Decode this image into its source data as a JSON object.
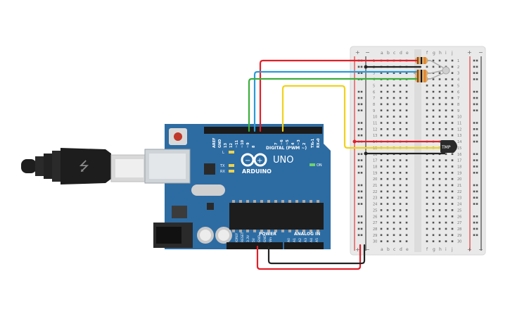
{
  "colors": {
    "board": "#2d6ca3",
    "wire_red": "#e0202a",
    "wire_blue": "#2a9bd6",
    "wire_green": "#3cae3c",
    "wire_yellow": "#f1d21b",
    "wire_black": "#222222",
    "breadboard": "#e9e9e9",
    "rail_red": "#e03a3a",
    "rail_blue": "#7a7a7a"
  },
  "arduino": {
    "brand": "ARDUINO",
    "model": "UNO",
    "digital_header": "DIGITAL (PWM ~)",
    "aref": "AREF",
    "gnd": "GND",
    "pin13": "13",
    "pin12": "12",
    "pin11": "~11",
    "pin10": "~10",
    "pin9": "~9",
    "pin8": "8",
    "pin7": "7",
    "pin6": "~6",
    "pin5": "~5",
    "pin4": "4",
    "pin3": "~3",
    "pin2": "2",
    "pin_tx1": "TX▸1",
    "pin_rx0": "RX◂0",
    "led_l": "L",
    "led_tx": "TX",
    "led_rx": "RX",
    "led_on": "ON",
    "power_header": "POWER",
    "analog_header": "ANALOG IN",
    "pwr_ioref": "IOREF",
    "pwr_reset": "RESET",
    "pwr_3v3": "3.3V",
    "pwr_5v": "5V",
    "pwr_gnd1": "GND",
    "pwr_gnd2": "GND",
    "pwr_vin": "Vin",
    "a0": "A0",
    "a1": "A1",
    "a2": "A2",
    "a3": "A3",
    "a4": "A4",
    "a5": "A5"
  },
  "usb": {
    "symbol": "⭍"
  },
  "breadboard": {
    "plus": "+",
    "minus": "−",
    "cols_left": [
      "a",
      "b",
      "c",
      "d",
      "e"
    ],
    "cols_right": [
      "f",
      "g",
      "h",
      "i",
      "j"
    ],
    "rows": [
      "1",
      "2",
      "3",
      "4",
      "5",
      "6",
      "7",
      "8",
      "9",
      "10",
      "11",
      "12",
      "13",
      "14",
      "15",
      "16",
      "17",
      "18",
      "19",
      "20",
      "21",
      "22",
      "23",
      "24",
      "25",
      "26",
      "27",
      "28",
      "29",
      "30"
    ]
  },
  "sensor": {
    "label": "TMP"
  }
}
